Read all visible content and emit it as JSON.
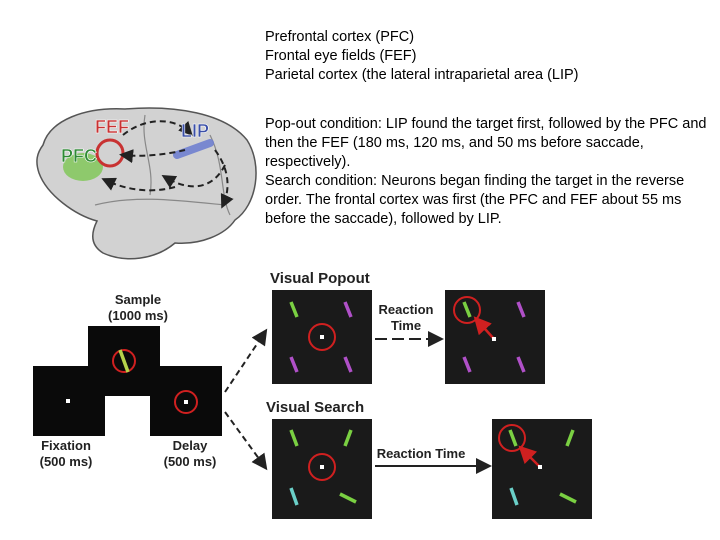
{
  "areas": [
    "Prefrontal cortex (PFC)",
    "Frontal eye fields (FEF)",
    "Parietal cortex (the lateral intraparietal area (LIP)"
  ],
  "findings": {
    "popout": "Pop-out condition: LIP found the target first, followed by the PFC and then the FEF (180 ms, 120 ms, and 50 ms before saccade, respectively).",
    "search": "Search condition: Neurons began finding the target in the reverse order. The frontal cortex was first (the PFC and FEF about 55 ms before the saccade), followed by LIP."
  },
  "brain": {
    "fef_label": "FEF",
    "lip_label": "LIP",
    "pfc_label": "PFC",
    "colors": {
      "fef": "#c83232",
      "lip": "#3a4fa8",
      "pfc": "#2f8a35",
      "brain": "#d2d2d2"
    }
  },
  "task": {
    "sample": {
      "label": "Sample",
      "duration": "(1000 ms)"
    },
    "fixation": {
      "label": "Fixation",
      "duration": "(500 ms)"
    },
    "delay": {
      "label": "Delay",
      "duration": "(500 ms)"
    },
    "popout": {
      "title": "Visual Popout",
      "rt_line1": "Reaction",
      "rt_line2": "Time"
    },
    "search": {
      "title": "Visual Search",
      "rt_label": "Reaction Time"
    }
  }
}
